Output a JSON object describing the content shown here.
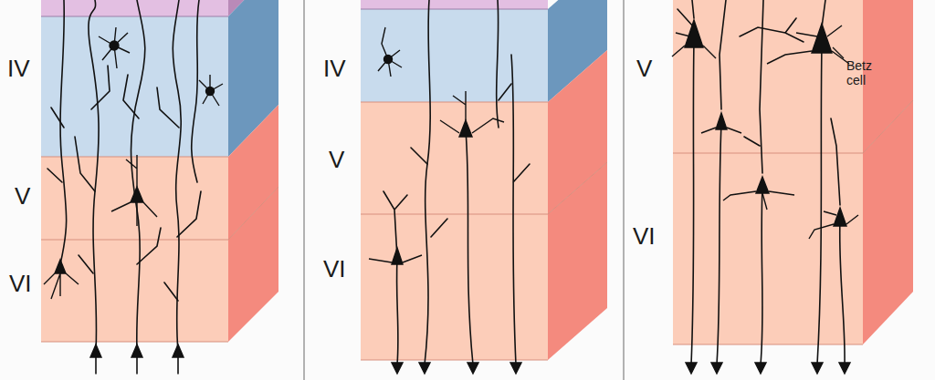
{
  "diagram": {
    "labels": [
      "IV",
      "V",
      "VI",
      "IV",
      "V",
      "VI",
      "V",
      "VI",
      "Betz cell"
    ]
  }
}
